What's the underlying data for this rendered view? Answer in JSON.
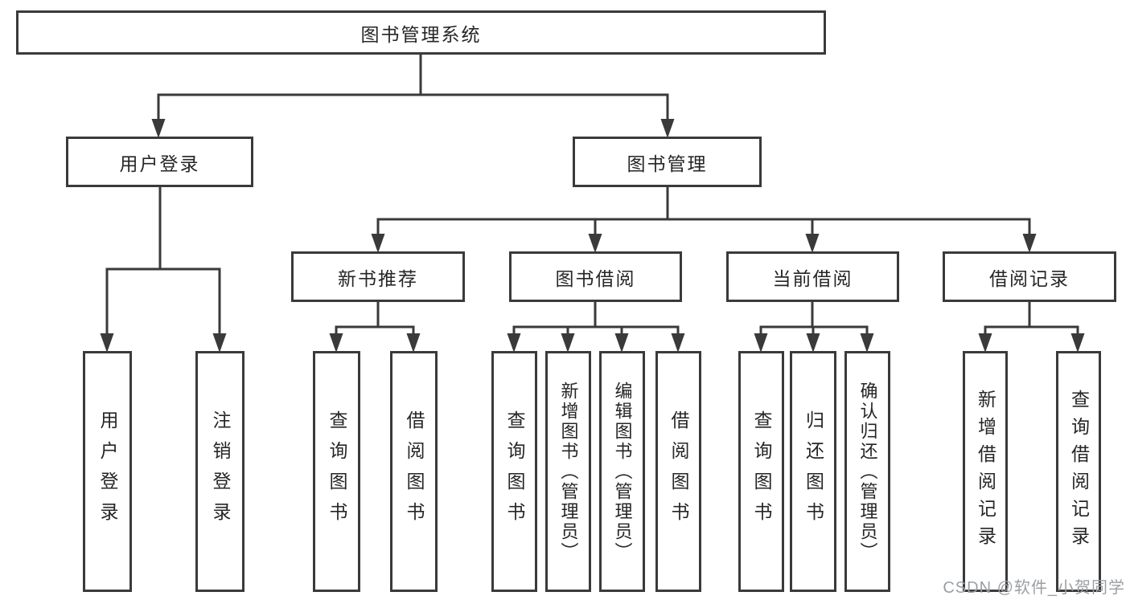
{
  "diagram": {
    "root": {
      "label": "图书管理系统"
    },
    "branches": [
      {
        "label": "用户登录",
        "children": [
          {
            "label": "用户登录"
          },
          {
            "label": "注销登录"
          }
        ]
      },
      {
        "label": "图书管理",
        "children": [
          {
            "label": "新书推荐",
            "children": [
              {
                "label": "查询图书"
              },
              {
                "label": "借阅图书"
              }
            ]
          },
          {
            "label": "图书借阅",
            "children": [
              {
                "label": "查询图书"
              },
              {
                "label": "新增图书（管理员）"
              },
              {
                "label": "编辑图书（管理员）"
              },
              {
                "label": "借阅图书"
              }
            ]
          },
          {
            "label": "当前借阅",
            "children": [
              {
                "label": "查询图书"
              },
              {
                "label": "归还图书"
              },
              {
                "label": "确认归还（管理员）"
              }
            ]
          },
          {
            "label": "借阅记录",
            "children": [
              {
                "label": "新增借阅记录"
              },
              {
                "label": "查询借阅记录"
              }
            ]
          }
        ]
      }
    ]
  },
  "watermark": {
    "text": "CSDN @软件_小贺同学"
  },
  "colors": {
    "line": "#3a3a3a",
    "border": "#3a3a3a",
    "text": "#262626",
    "watermark": "#9b9fa4",
    "background": "#ffffff"
  }
}
